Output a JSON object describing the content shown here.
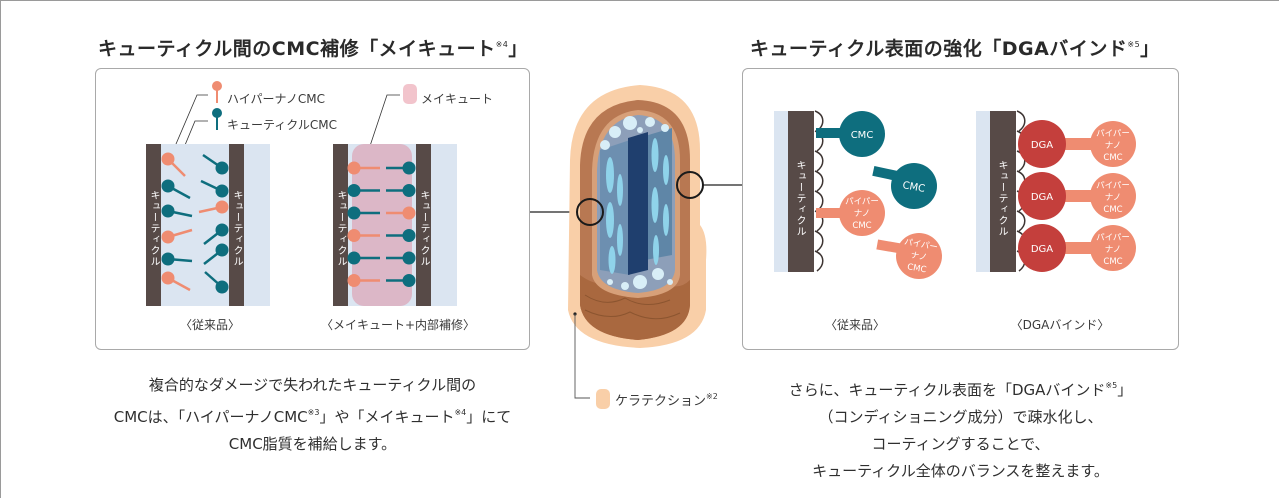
{
  "left_section": {
    "title": "キューティクル間のCMC補修「メイキュート",
    "title_note": "※4",
    "title_close": "」",
    "legend": {
      "hyper_nano_cmc": "ハイパーナノCMC",
      "cuticle_cmc": "キューティクルCMC",
      "meicute": "メイキュート"
    },
    "cuticle_label": "キューティクル",
    "diagram_conventional_caption": "〈従来品〉",
    "diagram_meicute_caption": "〈メイキュート+内部補修〉",
    "description": {
      "line1": "複合的なダメージで失われたキューティクル間の",
      "line2_a": "CMCは、「ハイパーナノCMC",
      "line2_note1": "※3",
      "line2_b": "」や「メイキュート",
      "line2_note2": "※4",
      "line2_c": "」にて",
      "line3": "CMC脂質を補給します。"
    }
  },
  "right_section": {
    "title": "キューティクル表面の強化「DGAバインド",
    "title_note": "※5",
    "title_close": "」",
    "cuticle_label": "キューティクル",
    "cmc_label": "CMC",
    "dga_label": "DGA",
    "hyper_nano_lines": [
      "パイパー",
      "ナノ",
      "CMC"
    ],
    "diagram_conventional_caption": "〈従来品〉",
    "diagram_dga_caption": "〈DGAバインド〉",
    "description": {
      "line1_a": "さらに、キューティクル表面を「DGAバインド",
      "line1_note": "※5",
      "line1_b": "」",
      "line2": "（コンディショニング成分）で疎水化し、",
      "line3": "コーティングすることで、",
      "line4": "キューティクル全体のバランスを整えます。"
    }
  },
  "center": {
    "keratection_label": "ケラテクション",
    "keratection_note": "※2"
  },
  "colors": {
    "cuticle_brown": "#574a47",
    "teal": "#0e6e7e",
    "salmon": "#ef8c71",
    "dga_red": "#c43f3c",
    "pale_blue": "#dbe5f1",
    "meicute_pink": "#dcb7c7",
    "keratection_peach": "#f9cfa8",
    "hair_brown": "#b87852"
  }
}
